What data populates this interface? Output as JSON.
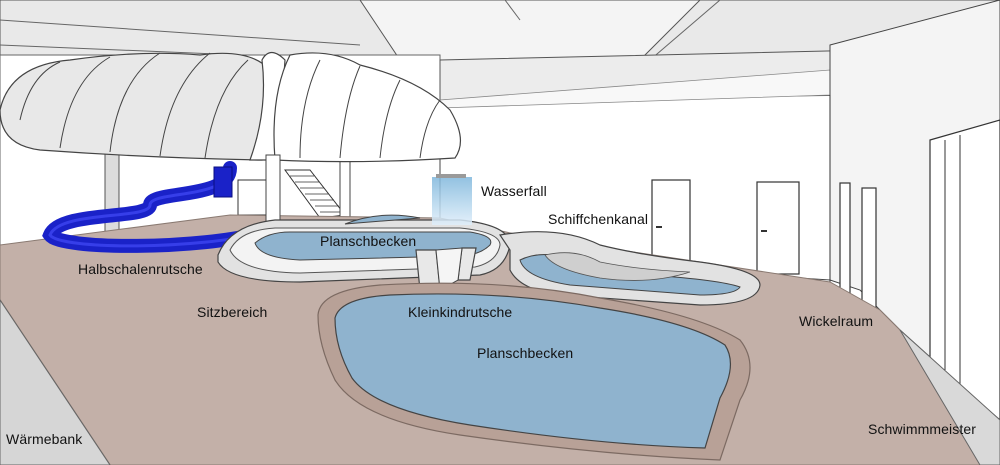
{
  "labels": {
    "halbschalenrutsche": "Halbschalenrutsche",
    "planschbecken_upper": "Planschbecken",
    "wasserfall": "Wasserfall",
    "schiffchenkanal": "Schiffchenkanal",
    "sitzbereich": "Sitzbereich",
    "kleinkindrutsche": "Kleinkindrutsche",
    "planschbecken_lower": "Planschbecken",
    "wickelraum": "Wickelraum",
    "waermebank": "Wärmebank",
    "schwimmmeister": "Schwimmmeister"
  },
  "colors": {
    "floor": "#c3b0a8",
    "floor_edge": "#a8938a",
    "water": "#8fb3ce",
    "water_light": "#a9c6dc",
    "slide": "#1a22c8",
    "wall": "#ffffff",
    "ceiling": "#e6e6e6",
    "pool_rim": "#e2e2e2",
    "line": "#222222"
  }
}
